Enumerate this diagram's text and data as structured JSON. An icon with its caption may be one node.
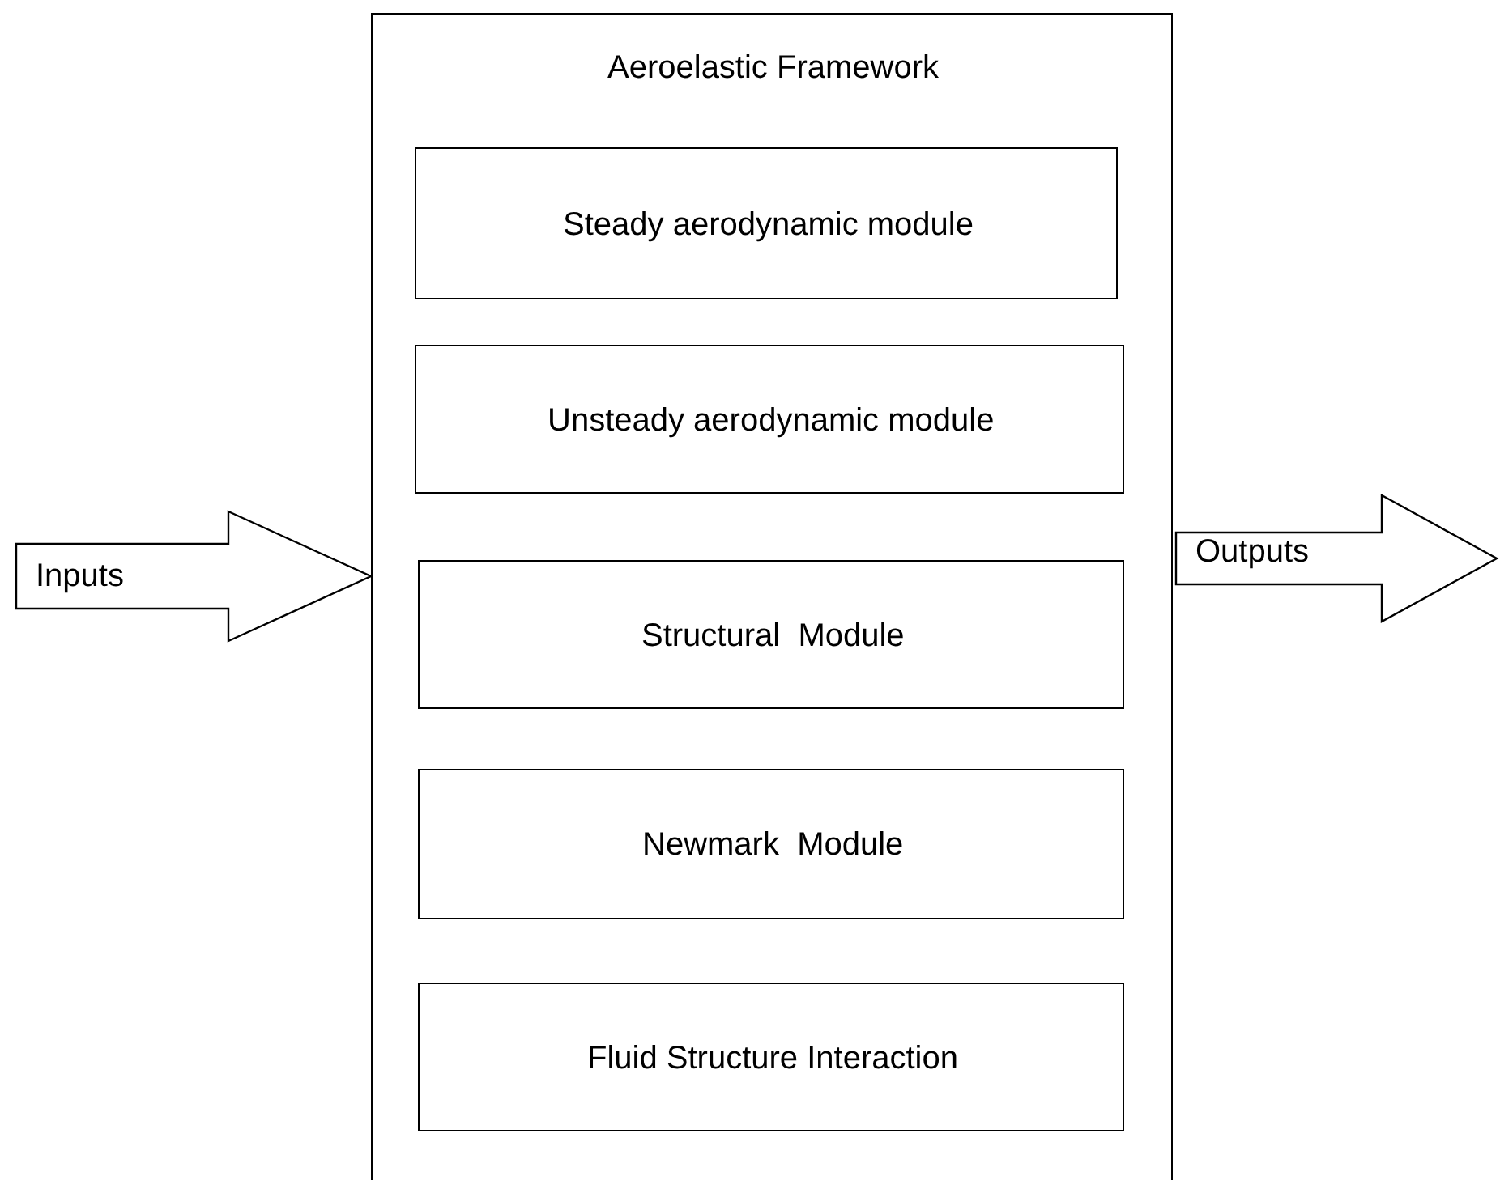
{
  "diagram": {
    "nodes": [
      {
        "text": [
          "Aeroelastic Framework"
        ]
      },
      {
        "text": [
          "Steady aerodynamic module"
        ],
        "in": 0
      },
      {
        "text": [
          "Unsteady aerodynamic module"
        ],
        "in": 0
      },
      {
        "text": [
          "Structural  Module"
        ],
        "in": 0
      },
      {
        "text": [
          "Newmark  Module"
        ],
        "in": 0
      },
      {
        "text": [
          "Fluid Structure Interaction"
        ],
        "in": 0
      },
      {
        "text": [
          "Inputs"
        ]
      },
      {
        "text": [
          "Outputs"
        ]
      }
    ]
  }
}
